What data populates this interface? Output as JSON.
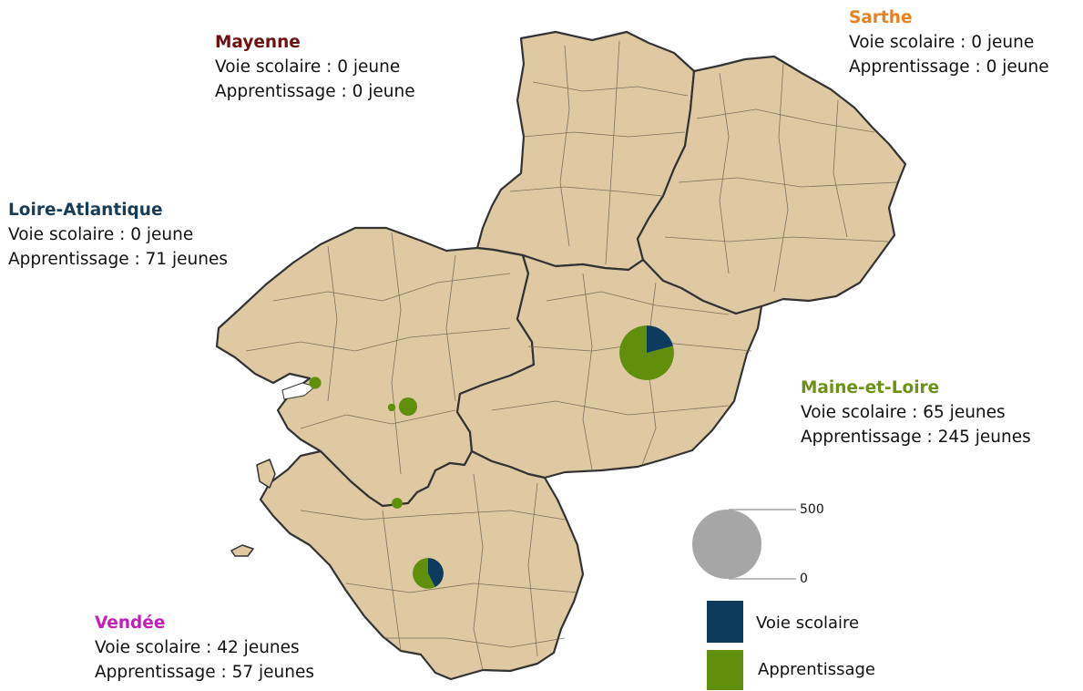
{
  "departments": {
    "mayenne": {
      "name": "Mayenne",
      "color": "#6e1111",
      "voie_text": "Voie scolaire : 0 jeune",
      "appr_text": "Apprentissage : 0 jeune"
    },
    "sarthe": {
      "name": "Sarthe",
      "color": "#e8801d",
      "voie_text": "Voie scolaire : 0 jeune",
      "appr_text": "Apprentissage : 0 jeune"
    },
    "loire_atlantique": {
      "name": "Loire-Atlantique",
      "color": "#183d55",
      "voie_text": "Voie scolaire : 0 jeune",
      "appr_text": "Apprentissage : 71 jeunes"
    },
    "maine_et_loire": {
      "name": "Maine-et-Loire",
      "color": "#6c9313",
      "voie_text": "Voie scolaire : 65 jeunes",
      "appr_text": "Apprentissage : 245 jeunes"
    },
    "vendee": {
      "name": "Vendée",
      "color": "#c21fb5",
      "voie_text": "Voie scolaire : 42 jeunes",
      "appr_text": "Apprentissage : 57 jeunes"
    }
  },
  "legend": {
    "voie_scolaire": "Voie scolaire",
    "apprentissage": "Apprentissage",
    "scale_max": "500",
    "scale_min": "0"
  },
  "colors": {
    "voie_scolaire": "#0d3b5e",
    "apprentissage": "#5f8f0b",
    "land": "#dec9a2",
    "scale_circle": "#a6a6a6"
  },
  "pies": [
    {
      "voie": 65,
      "appr": 245
    },
    {
      "voie": 42,
      "appr": 57
    },
    {
      "voie": 0,
      "appr": 35
    },
    {
      "voie": 0,
      "appr": 15
    },
    {
      "voie": 0,
      "appr": 12
    },
    {
      "voie": 0,
      "appr": 6
    }
  ]
}
